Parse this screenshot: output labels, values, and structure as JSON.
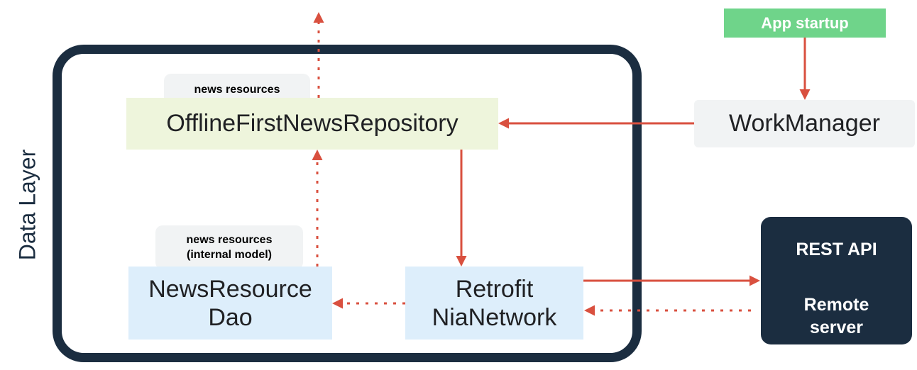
{
  "layer_label": "Data Layer",
  "nodes": {
    "repository": "OfflineFirstNewsRepository",
    "work_manager": "WorkManager",
    "app_startup": "App startup",
    "dao": "NewsResource\nDao",
    "network": "Retrofit\nNiaNetwork",
    "rest_api": "REST API",
    "remote_server": "Remote\nserver"
  },
  "chips": {
    "news_resources": "news resources",
    "news_resources_internal": "news resources\n(internal model)"
  },
  "colors": {
    "frame": "#1b2d40",
    "arrow": "#d9503f",
    "startup": "#6fd48a",
    "repository_fill": "#eef5dc",
    "data_source_fill": "#ddeefb",
    "chip_fill": "#f1f3f4"
  }
}
